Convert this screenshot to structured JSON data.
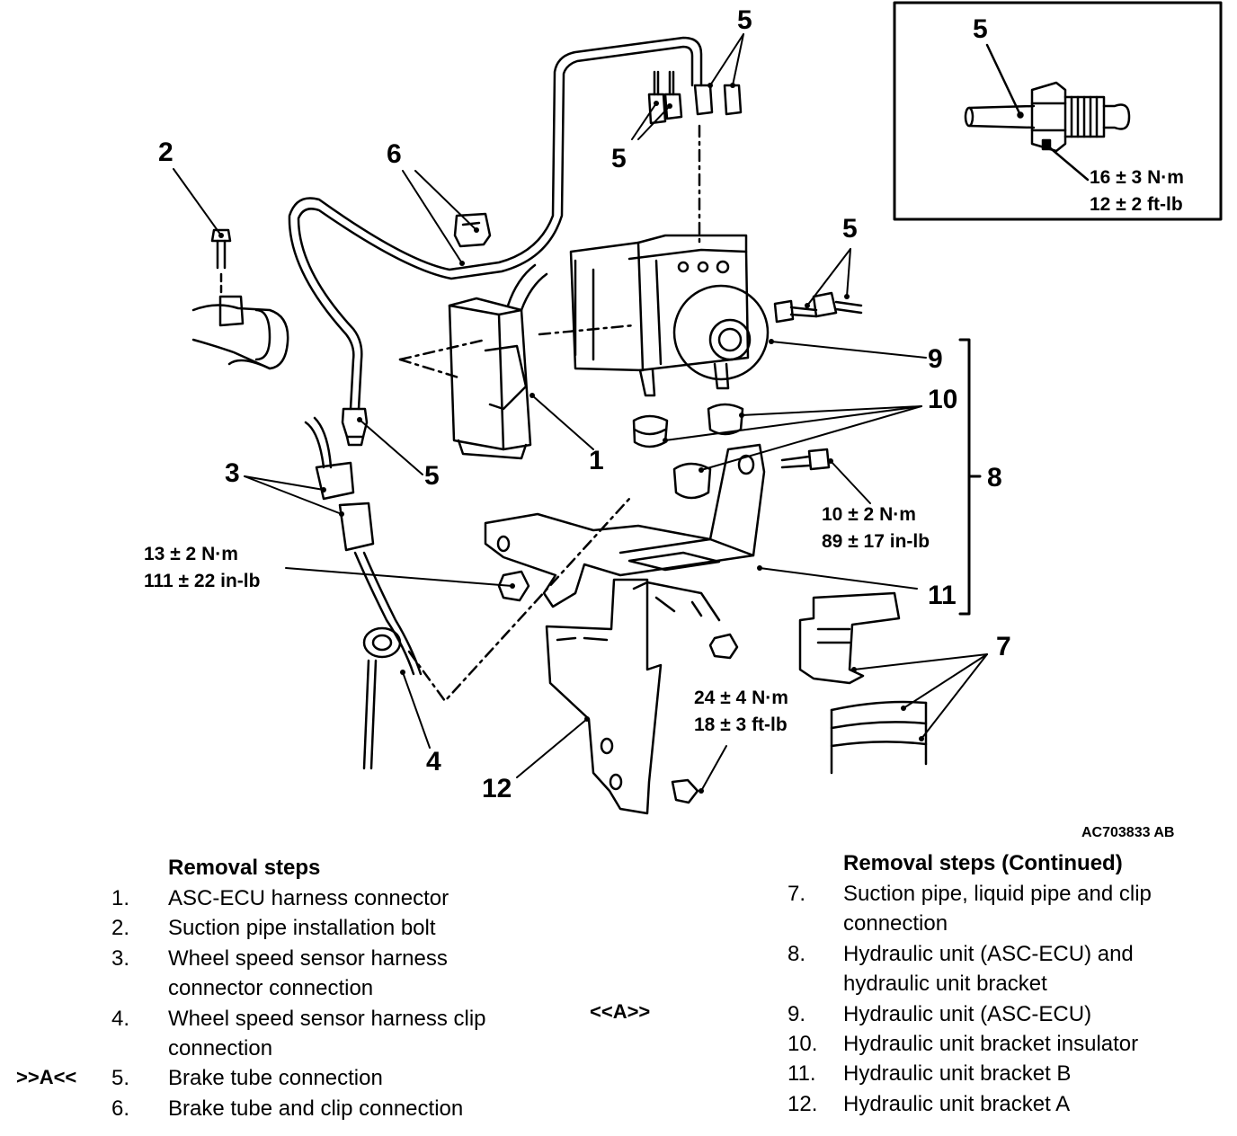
{
  "figure_id": "AC703833 AB",
  "callouts": {
    "c1": "1",
    "c2": "2",
    "c3": "3",
    "c4": "4",
    "c5a": "5",
    "c5b": "5",
    "c5c": "5",
    "c5d": "5",
    "c5inset": "5",
    "c6": "6",
    "c7": "7",
    "c8": "8",
    "c9": "9",
    "c10": "10",
    "c11": "11",
    "c12": "12"
  },
  "torques": {
    "t_inset": [
      "16 ± 3 N·m",
      "12 ± 2 ft-lb"
    ],
    "t_bracket_bolt": [
      "10 ± 2 N·m",
      "89 ± 17 in-lb"
    ],
    "t_nut_left": [
      "13 ± 2 N·m",
      "111 ± 22 in-lb"
    ],
    "t_bracket_a": [
      "24 ± 4 N·m",
      "18 ± 3 ft-lb"
    ]
  },
  "left_column": {
    "heading": "Removal steps",
    "marker": ">>A<<",
    "steps": [
      {
        "num": "1.",
        "lines": [
          "ASC-ECU harness connector"
        ]
      },
      {
        "num": "2.",
        "lines": [
          "Suction pipe installation bolt"
        ]
      },
      {
        "num": "3.",
        "lines": [
          "Wheel speed sensor harness",
          "connector connection"
        ]
      },
      {
        "num": "4.",
        "lines": [
          "Wheel speed sensor harness clip",
          "connection"
        ]
      },
      {
        "num": "5.",
        "lines": [
          "Brake tube connection"
        ]
      },
      {
        "num": "6.",
        "lines": [
          "Brake tube and clip connection"
        ]
      }
    ]
  },
  "right_column": {
    "heading": "Removal steps (Continued)",
    "marker": "<<A>>",
    "steps": [
      {
        "num": "7.",
        "lines": [
          "Suction pipe, liquid pipe and clip",
          "connection"
        ]
      },
      {
        "num": "8.",
        "lines": [
          "Hydraulic unit (ASC-ECU) and",
          "hydraulic unit bracket"
        ]
      },
      {
        "num": "9.",
        "lines": [
          "Hydraulic unit (ASC-ECU)"
        ]
      },
      {
        "num": "10.",
        "lines": [
          "Hydraulic unit bracket insulator"
        ]
      },
      {
        "num": "11.",
        "lines": [
          "Hydraulic unit bracket B"
        ]
      },
      {
        "num": "12.",
        "lines": [
          "Hydraulic unit bracket A"
        ]
      }
    ]
  }
}
